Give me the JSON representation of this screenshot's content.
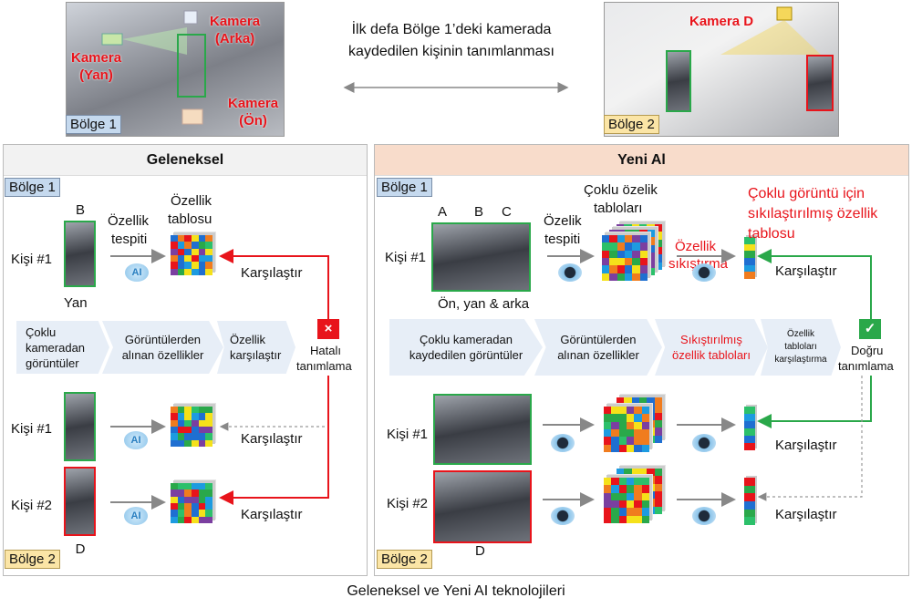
{
  "top": {
    "zone1_photo": {
      "cam_back": "Kamera\n(Arka)",
      "cam_side": "Kamera\n(Yan)",
      "cam_front": "Kamera\n(Ön)",
      "zone": "Bölge 1"
    },
    "description_line1": "İlk defa Bölge 1’deki kamerada",
    "description_line2": "kaydedilen kişinin tanımlanması",
    "zone2_photo": {
      "cam_d": "Kamera D",
      "zone": "Bölge 2"
    }
  },
  "left": {
    "title": "Geleneksel",
    "zone1": "Bölge 1",
    "zone2": "Bölge 2",
    "label_b": "B",
    "label_side": "Yan",
    "label_d": "D",
    "person1": "Kişi #1",
    "person2": "Kişi #2",
    "feature_detect": [
      "Özellik",
      "tespiti"
    ],
    "feature_table": [
      "Özellik",
      "tablosu"
    ],
    "ai": "AI",
    "compare": "Karşılaştır",
    "steps": [
      "Çoklu\nkameradan\ngörüntüler",
      "Görüntülerden\nalınan özellikler",
      "Özellik\nkarşılaştır"
    ],
    "result_icon": "×",
    "result": [
      "Hatalı",
      "tanımlama"
    ]
  },
  "right": {
    "title": "Yeni Al",
    "zone1": "Bölge 1",
    "zone2": "Bölge 2",
    "labels_abc": [
      "A",
      "B",
      "C"
    ],
    "views": "Ön, yan & arka",
    "label_d": "D",
    "person1": "Kişi #1",
    "person2": "Kişi #2",
    "feature_detect": [
      "Özelik",
      "tespiti"
    ],
    "multi_tables": [
      "Çoklu özelik",
      "tabloları"
    ],
    "compress": [
      "Özellik",
      "sıkıştırma"
    ],
    "compressed_note": [
      "Çoklu görüntü için",
      "sıkılaştırılmış özellik",
      "tablosu"
    ],
    "compare": "Karşılaştır",
    "steps": [
      "Çoklu kameradan\nkaydedilen görüntüler",
      "Görüntülerden\nalınan özellikler",
      "Sıkıştırılmış\nözellik tabloları",
      "Özellik\ntabloları\nkarşılaştırma"
    ],
    "result_icon": "✓",
    "result": [
      "Doğru",
      "tanımlama"
    ]
  },
  "caption": "Geleneksel ve Yeni AI teknolojileri",
  "colors": {
    "accent_red": "#e8141b",
    "accent_green": "#2aa84a",
    "palette": [
      "#e8141b",
      "#f5e11a",
      "#2aa84a",
      "#1f6fd1",
      "#f07c1e",
      "#7b3fa0",
      "#2cc06a",
      "#1d9be0"
    ]
  }
}
